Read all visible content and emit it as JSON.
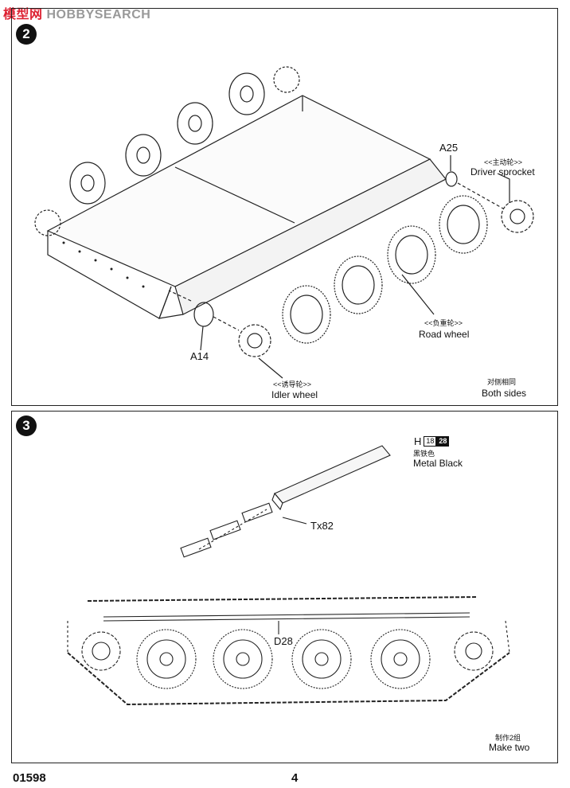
{
  "watermark": {
    "prefix": "HOBBY",
    "suffix": "SEARCH",
    "cn": "模型网"
  },
  "step2": {
    "number": "2",
    "part_a25": "A25",
    "part_a14": "A14",
    "driver_sprocket_cn": "<<主动轮>>",
    "driver_sprocket_en": "Driver sprocket",
    "road_wheel_cn": "<<负重轮>>",
    "road_wheel_en": "Road wheel",
    "idler_wheel_cn": "<<诱导轮>>",
    "idler_wheel_en": "Idler wheel",
    "both_sides_cn": "对侧相同",
    "both_sides_en": "Both sides"
  },
  "step3": {
    "number": "3",
    "paint_letter": "H",
    "paint_code_1": "18",
    "paint_code_2": "28",
    "paint_cn": "黑铁色",
    "paint_en": "Metal  Black",
    "part_tx82": "Tx82",
    "part_d28": "D28",
    "make_two_cn": "制作2组",
    "make_two_en": "Make two"
  },
  "footer": {
    "code": "01598",
    "page": "4"
  },
  "colors": {
    "ink": "#111111",
    "line": "#222222",
    "watermark_red": "#dd2233"
  }
}
